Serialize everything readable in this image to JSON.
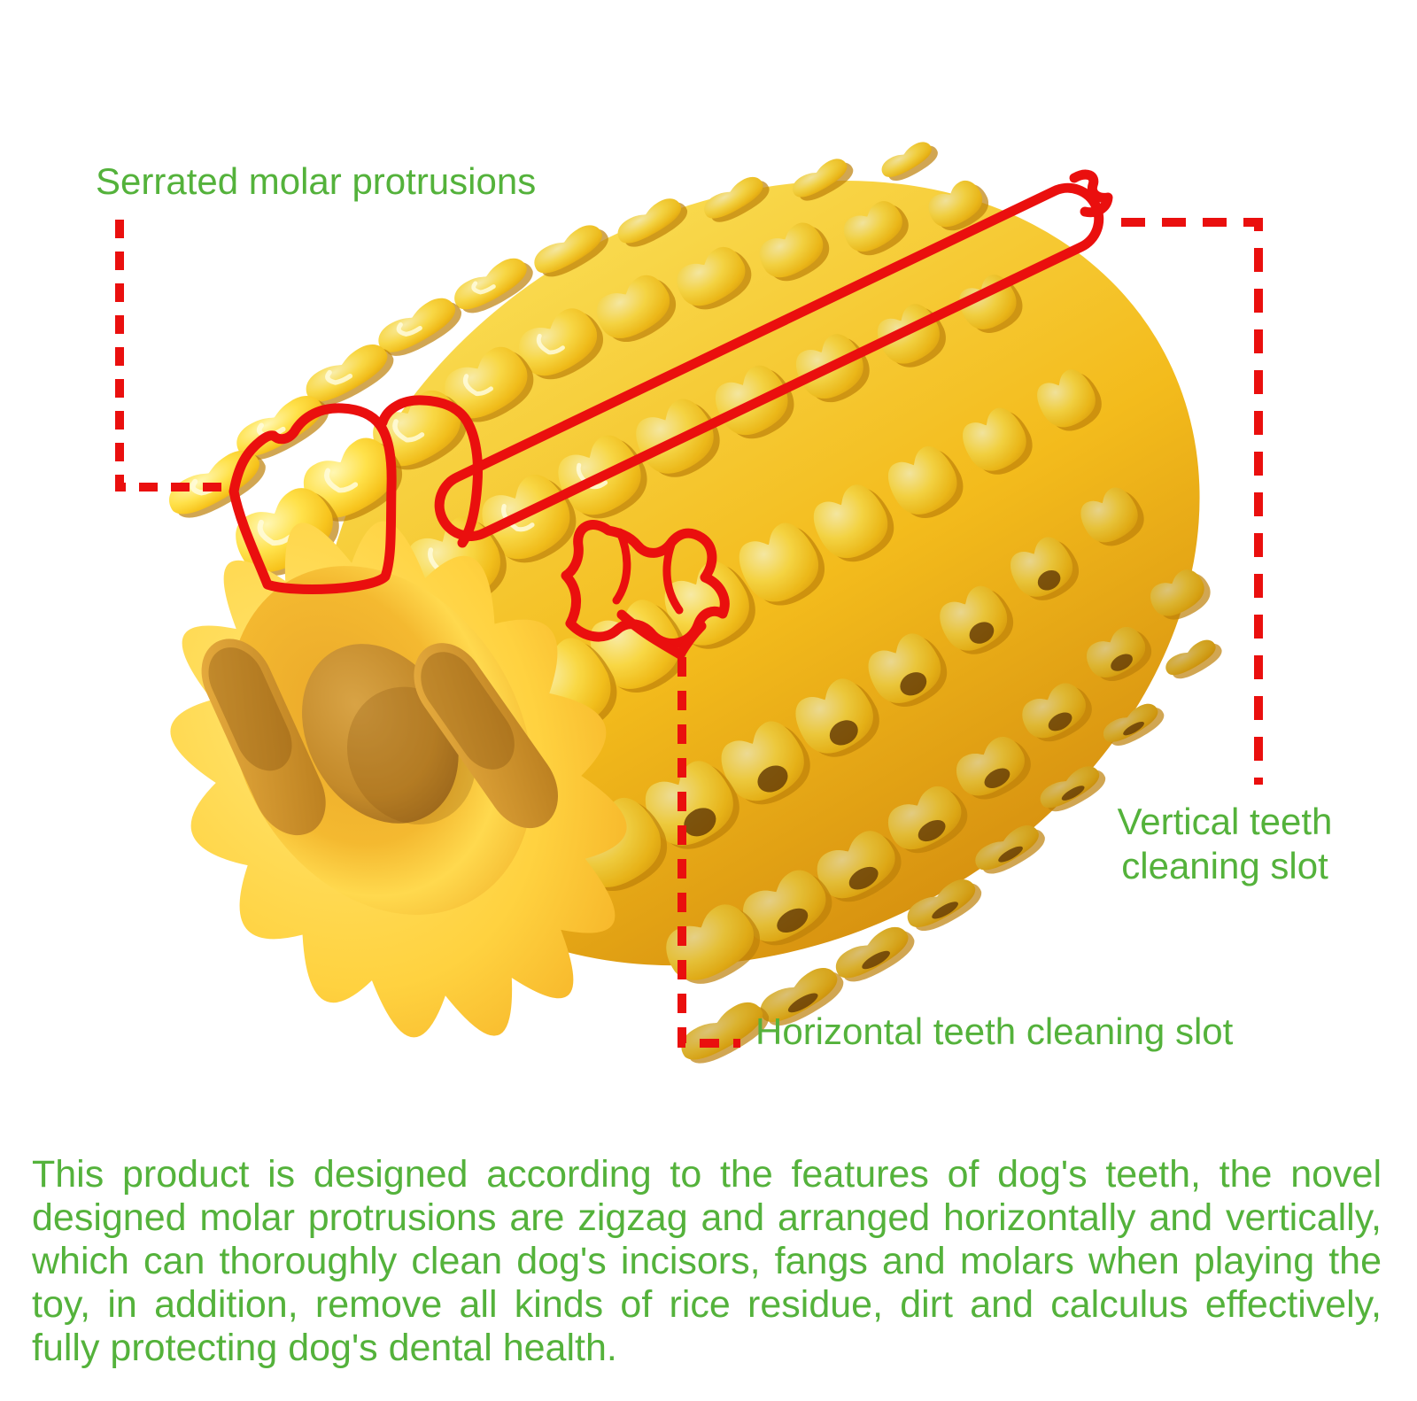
{
  "illustration": {
    "subject": "corn-cob-shaped dog dental chew toy",
    "colors": {
      "label_green": "#54b23b",
      "annotation_red": "#ea0f0e",
      "corn_yellow": "#ffd83e",
      "corn_shadow": "#d89310",
      "background": "#ffffff"
    }
  },
  "labels": {
    "serrated": "Serrated molar protrusions",
    "vertical": "Vertical teeth cleaning slot",
    "horizontal": "Horizontal teeth cleaning slot"
  },
  "description": {
    "lines": [
      "This product is designed according to the features of dog's teeth, the novel",
      "designed molar protrusions are zigzag and arranged horizontally and vertically,",
      "which can thoroughly clean dog's incisors, fangs and molars when playing the",
      "toy, in addition, remove all kinds of rice residue, dirt and calculus effectively,",
      "fully protecting dog's dental health."
    ]
  }
}
